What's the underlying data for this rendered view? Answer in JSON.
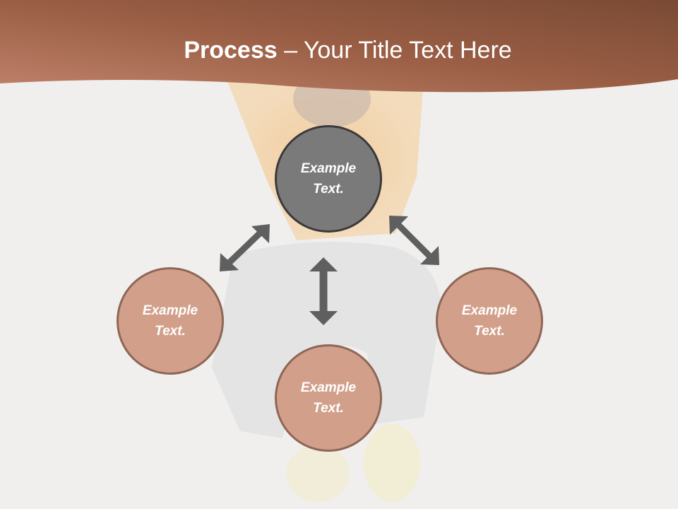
{
  "slide": {
    "title_bold": "Process",
    "title_rest": " – Your Title Text Here",
    "colors": {
      "header_dark": "#7a4a34",
      "header_light": "#c0826a",
      "center_fill": "#7a7a7a",
      "center_border": "#3a3a3a",
      "node_fill": "#d2a08a",
      "node_border": "#8e6656",
      "arrow": "#5f5f5f",
      "background": "#f0efee"
    }
  },
  "diagram": {
    "center": {
      "label_line1": "Example",
      "label_line2": "Text."
    },
    "nodes": [
      {
        "position": "left",
        "label_line1": "Example",
        "label_line2": "Text."
      },
      {
        "position": "bottom",
        "label_line1": "Example",
        "label_line2": "Text."
      },
      {
        "position": "right",
        "label_line1": "Example",
        "label_line2": "Text."
      }
    ],
    "arrows": [
      "double-arrow-diagonal-left",
      "double-arrow-vertical",
      "double-arrow-diagonal-right"
    ]
  }
}
